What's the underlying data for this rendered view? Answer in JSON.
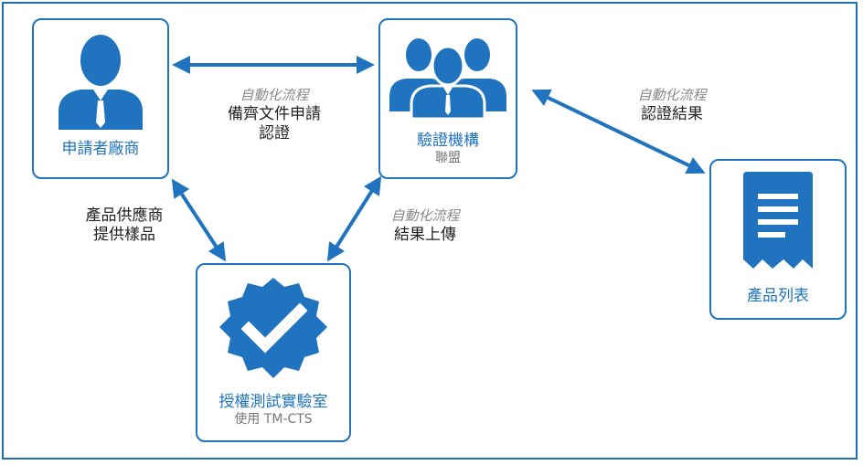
{
  "nodes": {
    "applicant": {
      "title": "申請者廠商",
      "icon": "person-icon"
    },
    "cert_body": {
      "title": "驗證機構",
      "subtitle": "聯盟",
      "icon": "group-icon"
    },
    "lab": {
      "title": "授權測試實驗室",
      "subtitle": "使用 TM-CTS",
      "icon": "verified-badge-icon"
    },
    "product_list": {
      "title": "產品列表",
      "icon": "receipt-icon"
    }
  },
  "edges": {
    "applicant_cert": {
      "auto": "自動化流程",
      "line1": "備齊文件申請",
      "line2": "認證"
    },
    "cert_products": {
      "auto": "自動化流程",
      "line1": "認證結果"
    },
    "applicant_lab": {
      "line1": "產品供應商",
      "line2": "提供樣品"
    },
    "lab_cert": {
      "auto": "自動化流程",
      "line1": "結果上傳"
    }
  },
  "colors": {
    "primary": "#1f73bf",
    "frame": "#1f6fb5",
    "muted": "#8a8a8a"
  }
}
